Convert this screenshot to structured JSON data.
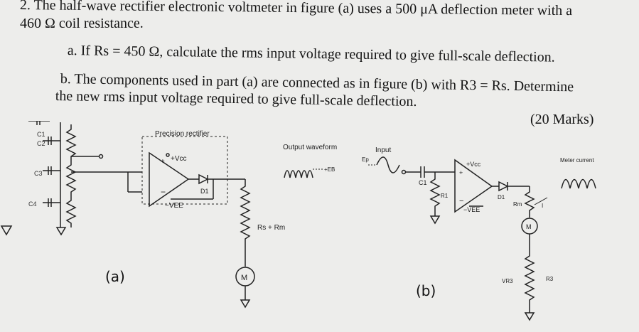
{
  "question": {
    "line1": "2. The half-wave rectifier electronic voltmeter in figure (a) uses a 500 μA deflection meter with a",
    "line2": "460 Ω coil resistance.",
    "part_a": "a. If Rs = 450 Ω, calculate the rms input voltage required to give full-scale deflection.",
    "part_b_line1": "b. The components used in part (a) are connected as in figure (b) with R3 = Rs. Determine",
    "part_b_line2": "the new rms input voltage required to give full-scale deflection.",
    "marks": "(20 Marks)"
  },
  "figure_a": {
    "caption": "(a)",
    "precision_rectifier": "Precision rectifier",
    "vcc": "+Vcc",
    "vee": "−VEE",
    "diode": "D1",
    "output_waveform": "Output waveform",
    "eb": "+EB",
    "resistors": "Rs + Rm",
    "meter": "M",
    "c1": "C1",
    "c2": "C2",
    "c3": "C3",
    "c4": "C4"
  },
  "figure_b": {
    "caption": "(b)",
    "input": "Input",
    "ep": "Ep",
    "c1": "C1",
    "r1": "R1",
    "vcc": "+Vcc",
    "vee": "−VEE",
    "d1": "D1",
    "rm": "Rm",
    "current": "I",
    "meter_current": "Meter current",
    "meter": "M",
    "vr3": "VR3",
    "r3": "R3"
  }
}
